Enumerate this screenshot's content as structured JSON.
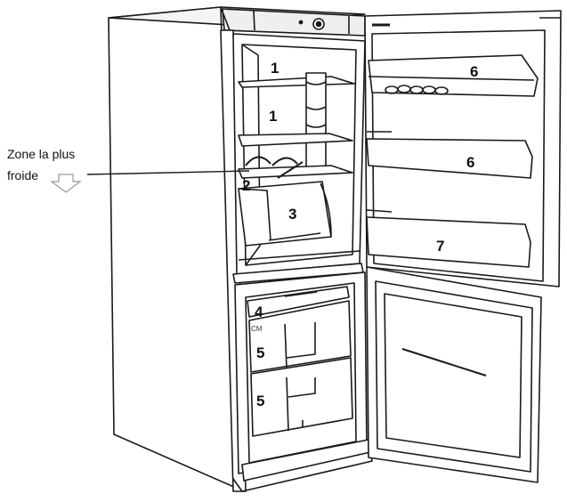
{
  "annotation": {
    "zone_line1": "Zone la plus",
    "zone_line2": "froide"
  },
  "labels": {
    "top_shelf": "1",
    "middle_shelf": "1",
    "coldest_shelf": "2",
    "fridge_drawer": "3",
    "freezer_flap": "4",
    "freezer_drawer_upper": "5",
    "freezer_drawer_lower": "5",
    "door_balcony_top": "6",
    "door_balcony_middle": "6",
    "door_balcony_bottom": "7",
    "drawer_marking": "CM"
  }
}
